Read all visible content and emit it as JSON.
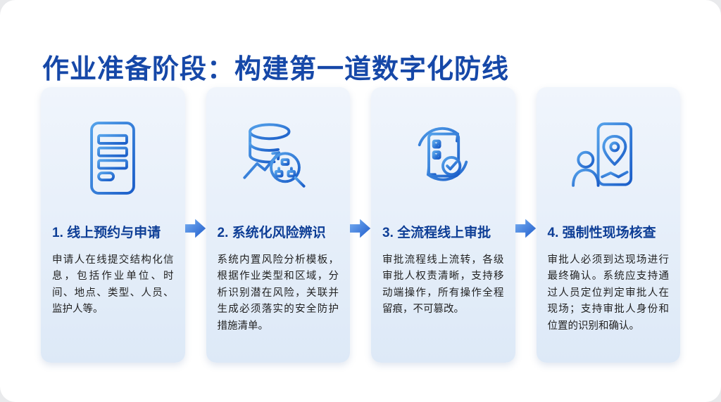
{
  "page": {
    "title": "作业准备阶段：构建第一道数字化防线"
  },
  "colors": {
    "title_blue": "#1648a8",
    "step_title_blue": "#0e3e96",
    "icon_blue_light": "#55a2ea",
    "icon_blue_dark": "#1a5dc8",
    "arrow_blue_light": "#79b0f2",
    "arrow_blue_dark": "#1e5ccc",
    "card_bg_top": "#f0f5fc",
    "card_bg_bottom": "#dde9f7"
  },
  "steps": [
    {
      "icon": "tablet-form-icon",
      "title": "1. 线上预约与申请",
      "body": "申请人在线提交结构化信息，包括作业单位、时间、地点、类型、人员、监护人等。"
    },
    {
      "icon": "database-risk-search-icon",
      "title": "2. 系统化风险辨识",
      "body": "系统内置风险分析模板，根据作业类型和区域，分析识别潜在风险，关联并生成必须落实的安全防护措施清单。"
    },
    {
      "icon": "approval-cycle-document-icon",
      "title": "3. 全流程线上审批",
      "body": "审批流程线上流转，各级审批人权责清晰，支持移动端操作，所有操作全程留痕，不可篡改。"
    },
    {
      "icon": "phone-location-person-icon",
      "title": "4. 强制性现场核查",
      "body": "审批人必须到达现场进行最终确认。系统应支持通过人员定位判定审批人在现场；支持审批人身份和位置的识别和确认。"
    }
  ]
}
